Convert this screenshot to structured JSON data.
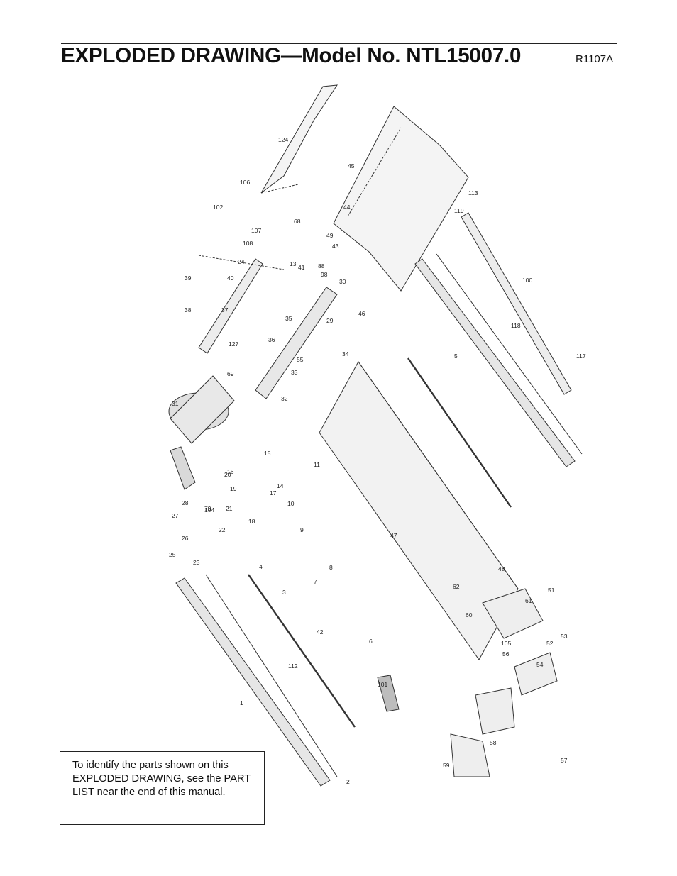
{
  "header": {
    "title": "EXPLODED DRAWING—Model No. NTL15007.0",
    "reference": "R1107A"
  },
  "note": {
    "text": "To identify the parts shown on this EXPLODED DRAWING, see the PART LIST near the end of this manual."
  },
  "drawing": {
    "part_numbers": [
      "1",
      "2",
      "3",
      "4",
      "5",
      "6",
      "7",
      "8",
      "9",
      "10",
      "11",
      "13",
      "14",
      "15",
      "16",
      "17",
      "18",
      "19",
      "20",
      "21",
      "22",
      "23",
      "24",
      "25",
      "26",
      "27",
      "28",
      "29",
      "30",
      "31",
      "32",
      "33",
      "34",
      "35",
      "36",
      "37",
      "38",
      "39",
      "40",
      "41",
      "42",
      "43",
      "44",
      "45",
      "46",
      "47",
      "48",
      "49",
      "51",
      "52",
      "53",
      "54",
      "55",
      "56",
      "57",
      "58",
      "59",
      "60",
      "61",
      "62",
      "68",
      "69",
      "79",
      "88",
      "98",
      "100",
      "101",
      "102",
      "104",
      "105",
      "106",
      "107",
      "108",
      "112",
      "113",
      "117",
      "118",
      "119",
      "124",
      "127"
    ]
  }
}
